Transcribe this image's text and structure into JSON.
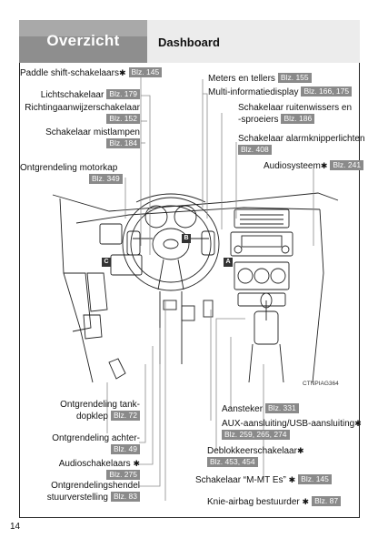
{
  "header": {
    "section_title": "Overzicht",
    "subtitle": "Dashboard"
  },
  "callouts": {
    "paddle": {
      "label": "Paddle shift-schakelaars",
      "mark": "✱",
      "ref": "Blz. 145"
    },
    "licht": {
      "label": "Lichtschakelaar",
      "ref": "Blz. 179"
    },
    "richting": {
      "label": "Richtingaanwijzerschakelaar",
      "ref": "Blz. 152"
    },
    "mist": {
      "label": "Schakelaar mistlampen",
      "ref": "Blz. 184"
    },
    "motorkap": {
      "label": "Ontgrendeling motorkap",
      "ref": "Blz. 349"
    },
    "meters": {
      "label": "Meters en tellers",
      "ref": "Blz. 155"
    },
    "multi": {
      "label": "Multi-informatiedisplay",
      "ref": "Blz. 166, 175"
    },
    "ruit": {
      "label1": "Schakelaar ruitenwissers en",
      "label2": "-sproeiers",
      "ref": "Blz. 186"
    },
    "alarm": {
      "label": "Schakelaar alarmknipperlichten",
      "ref": "Blz. 408"
    },
    "audio": {
      "label": "Audiosysteem",
      "mark": "✱",
      "ref": "Blz. 241"
    },
    "tank": {
      "label1": "Ontgrendeling tank-",
      "label2": "dopklep",
      "ref": "Blz. 72"
    },
    "achter": {
      "label": "Ontgrendeling achter-",
      "ref": "Blz. 49"
    },
    "audioschakel": {
      "label": "Audioschakelaars",
      "mark": "✱",
      "ref": "Blz. 275"
    },
    "stuur": {
      "label1": "Ontgrendelingshendel",
      "label2": "stuurverstelling",
      "ref": "Blz. 83"
    },
    "aansteker": {
      "label": "Aansteker",
      "ref": "Blz. 331"
    },
    "aux": {
      "label": "AUX-aansluiting/USB-aansluiting",
      "mark": "✱",
      "ref": "Blz. 259, 265, 274"
    },
    "deblok": {
      "label": "Deblokkeerschakelaar",
      "mark": "✱",
      "ref": "Blz. 453, 454"
    },
    "mmt": {
      "label": "Schakelaar “M-MT Es”",
      "mark": "✱",
      "ref": "Blz. 145"
    },
    "knie": {
      "label": "Knie-airbag bestuurder",
      "mark": "✱",
      "ref": "Blz. 87"
    }
  },
  "markers": {
    "a": "A",
    "b": "B",
    "c": "C"
  },
  "image_code": "CTNPIAG364",
  "page_number": "14"
}
